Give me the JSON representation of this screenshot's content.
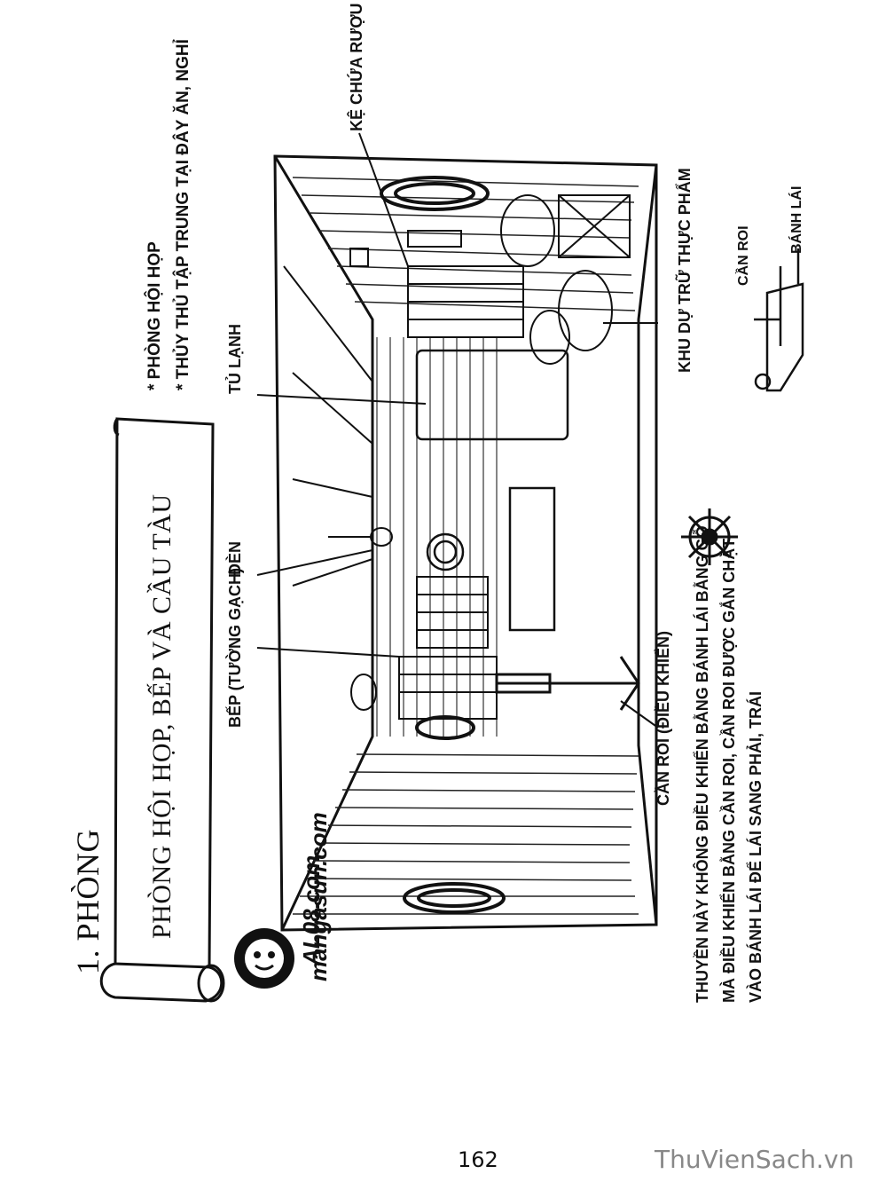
{
  "section": {
    "heading": "1. PHÒNG",
    "subheading": "PHÒNG HỘI HỌP, BẾP VÀ CẦU TÀU"
  },
  "notes": {
    "line1": "* PHÒNG HỘI HỌP",
    "line2": "* THỦY THỦ TẬP TRUNG TẠI ĐÂY ĂN, NGHỈ"
  },
  "labels": {
    "beer_shelf": "KỆ CHỨA RƯỢU BIA",
    "fridge": "TỦ LẠNH",
    "lamp": "ĐÈN",
    "stove": "BẾP (TƯỜNG GẠCH)",
    "storage": "KHU DỰ TRỮ THỰC PHẨM",
    "tiller_ctrl": "CẦN ROI (ĐIỀU KHIỂN)",
    "tiller": "CẦN ROI",
    "wheel": "BÁNH LÁI"
  },
  "caption": {
    "line1": "THUYỀN NÀY KHÔNG ĐIỀU KHIỂN BẰNG BÁNH LÁI BẰNG GỖ",
    "line2": "MÀ ĐIỀU KHIỂN BẰNG CẦN ROI, CẦN ROI ĐƯỢC GẮN CHẶT",
    "line3": "VÀO BÁNH LÁI ĐỂ LÁI SANG PHẢI, TRÁI"
  },
  "watermark": {
    "line1": "AL08.com",
    "line2": "mangasun.com"
  },
  "footer": {
    "page_number": "162",
    "site": "ThuVienSach.vn"
  }
}
